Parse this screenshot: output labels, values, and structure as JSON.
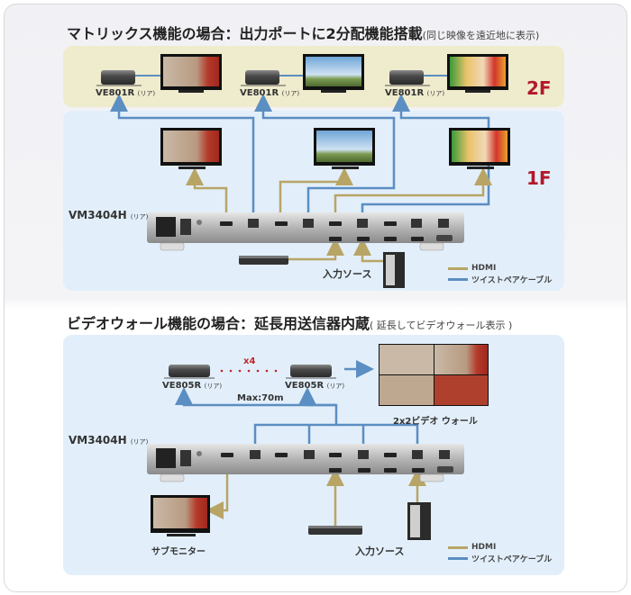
{
  "section1": {
    "title": "マトリックス機能の場合：出力ポートに2分配機能搭載",
    "subtitle": "(同じ映像を遠近地に表示)",
    "floor2_label": "2F",
    "floor1_label": "1F",
    "receivers": [
      {
        "model": "VE801R",
        "suffix": "(リア)"
      },
      {
        "model": "VE801R",
        "suffix": "(リア)"
      },
      {
        "model": "VE801R",
        "suffix": "(リア)"
      }
    ],
    "switch": {
      "model": "VM3404H",
      "suffix": "(リア)"
    },
    "source_label": "入力ソース",
    "legend": [
      {
        "label": "HDMI",
        "color": "#b8a566"
      },
      {
        "label": "ツイストペアケーブル",
        "color": "#5b8ec2"
      }
    ]
  },
  "section2": {
    "title": "ビデオウォール機能の場合：延長用送信器内蔵",
    "subtitle": "( 延長してビデオウォール表示 )",
    "receivers": [
      {
        "model": "VE805R",
        "suffix": "(リア)"
      },
      {
        "model": "VE805R",
        "suffix": "(リア)"
      }
    ],
    "multiplier": "x4",
    "distance": "Max:70m",
    "videowall_label": "2x2ビデオ ウォール",
    "switch": {
      "model": "VM3404H",
      "suffix": "(リア)"
    },
    "submonitor_label": "サブモニター",
    "source_label": "入力ソース",
    "legend": [
      {
        "label": "HDMI",
        "color": "#b8a566"
      },
      {
        "label": "ツイストペアケーブル",
        "color": "#5b8ec2"
      }
    ]
  },
  "colors": {
    "hdmi": "#b8a566",
    "twisted_pair": "#5b8ec2",
    "floor_label": "#b3182a",
    "floor2_bg": "#efebcd",
    "floor1_bg": "#e2effa"
  }
}
